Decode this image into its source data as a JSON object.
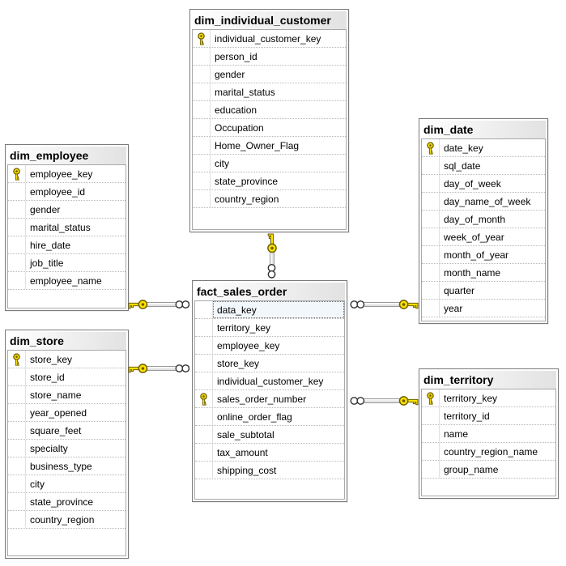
{
  "tables": [
    {
      "id": "dim_individual_customer",
      "title": "dim_individual_customer",
      "columns": [
        {
          "name": "individual_customer_key",
          "pk": true
        },
        {
          "name": "person_id"
        },
        {
          "name": "gender"
        },
        {
          "name": "marital_status"
        },
        {
          "name": "education"
        },
        {
          "name": "Occupation"
        },
        {
          "name": "Home_Owner_Flag"
        },
        {
          "name": "city"
        },
        {
          "name": "state_province"
        },
        {
          "name": "country_region"
        }
      ]
    },
    {
      "id": "dim_employee",
      "title": "dim_employee",
      "columns": [
        {
          "name": "employee_key",
          "pk": true
        },
        {
          "name": "employee_id"
        },
        {
          "name": "gender"
        },
        {
          "name": "marital_status"
        },
        {
          "name": "hire_date"
        },
        {
          "name": "job_title"
        },
        {
          "name": "employee_name"
        }
      ]
    },
    {
      "id": "dim_date",
      "title": "dim_date",
      "columns": [
        {
          "name": "date_key",
          "pk": true
        },
        {
          "name": "sql_date"
        },
        {
          "name": "day_of_week"
        },
        {
          "name": "day_name_of_week"
        },
        {
          "name": "day_of_month"
        },
        {
          "name": "week_of_year"
        },
        {
          "name": "month_of_year"
        },
        {
          "name": "month_name"
        },
        {
          "name": "quarter"
        },
        {
          "name": "year"
        }
      ]
    },
    {
      "id": "fact_sales_order",
      "title": "fact_sales_order",
      "columns": [
        {
          "name": "data_key",
          "selected": true
        },
        {
          "name": "territory_key"
        },
        {
          "name": "employee_key"
        },
        {
          "name": "store_key"
        },
        {
          "name": "individual_customer_key"
        },
        {
          "name": "sales_order_number",
          "pk": true
        },
        {
          "name": "online_order_flag"
        },
        {
          "name": "sale_subtotal"
        },
        {
          "name": "tax_amount"
        },
        {
          "name": "shipping_cost"
        }
      ]
    },
    {
      "id": "dim_store",
      "title": "dim_store",
      "columns": [
        {
          "name": "store_key",
          "pk": true
        },
        {
          "name": "store_id"
        },
        {
          "name": "store_name"
        },
        {
          "name": "year_opened"
        },
        {
          "name": "square_feet"
        },
        {
          "name": "specialty"
        },
        {
          "name": "business_type"
        },
        {
          "name": "city"
        },
        {
          "name": "state_province"
        },
        {
          "name": "country_region"
        }
      ]
    },
    {
      "id": "dim_territory",
      "title": "dim_territory",
      "columns": [
        {
          "name": "territory_key",
          "pk": true
        },
        {
          "name": "territory_id"
        },
        {
          "name": "name"
        },
        {
          "name": "country_region_name"
        },
        {
          "name": "group_name"
        }
      ]
    }
  ],
  "relationships": [
    {
      "id": "rel_customer_fact",
      "one_side": "dim_individual_customer",
      "many_side": "fact_sales_order",
      "orientation": "vertical"
    },
    {
      "id": "rel_employee_fact",
      "one_side": "dim_employee",
      "many_side": "fact_sales_order",
      "orientation": "horizontal"
    },
    {
      "id": "rel_date_fact",
      "one_side": "dim_date",
      "many_side": "fact_sales_order",
      "orientation": "horizontal"
    },
    {
      "id": "rel_store_fact",
      "one_side": "dim_store",
      "many_side": "fact_sales_order",
      "orientation": "horizontal"
    },
    {
      "id": "rel_territory_fact",
      "one_side": "dim_territory",
      "many_side": "fact_sales_order",
      "orientation": "horizontal"
    }
  ],
  "colors": {
    "background": "#ffffff",
    "table_border": "#7a7a7a",
    "grid_border": "#a9a9a9",
    "title_gradient_start": "#ffffff",
    "title_gradient_end": "#e2e2e2",
    "row_divider": "#b8b8b8",
    "icon_divider": "#e0e0e0",
    "text": "#000000",
    "key_yellow": "#ffe000",
    "key_outline": "#6b5f00",
    "infinity_stroke": "#303030",
    "connector_edge": "#9a9a9a",
    "selected_row_bg": "#f2f7fc",
    "selected_row_border": "#6e6e6e"
  }
}
